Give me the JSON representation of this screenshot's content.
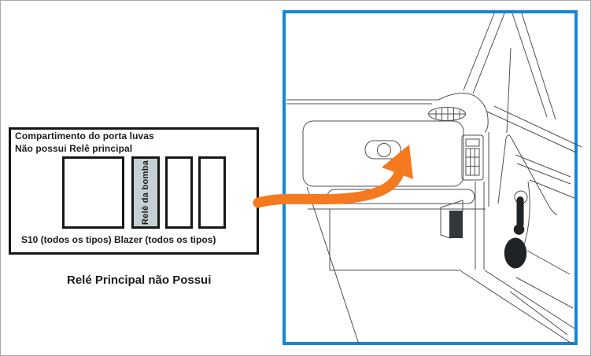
{
  "relay_panel": {
    "header_line1": "Compartimento do porta luvas",
    "header_line2": "Não possui Relê principal",
    "slots": [
      {
        "label": ""
      },
      {
        "label": "Relê da bomba"
      },
      {
        "label": ""
      },
      {
        "label": ""
      }
    ],
    "footer": "S10 (todos os tipos) Blazer (todos os tipos)"
  },
  "caption": "Relé Principal não Possui",
  "icons": {
    "pointer_arrow": "orange curved arrow pointing to glove-box latch"
  },
  "colors": {
    "frame_blue": "#1486d6",
    "arrow_orange": "#f4791f",
    "pump_relay_fill": "#c5d0d5",
    "drawing_line": "#4b4f54",
    "box_border": "#161616",
    "outer_border": "#a8a8a8",
    "handle_black": "#1f2326"
  }
}
